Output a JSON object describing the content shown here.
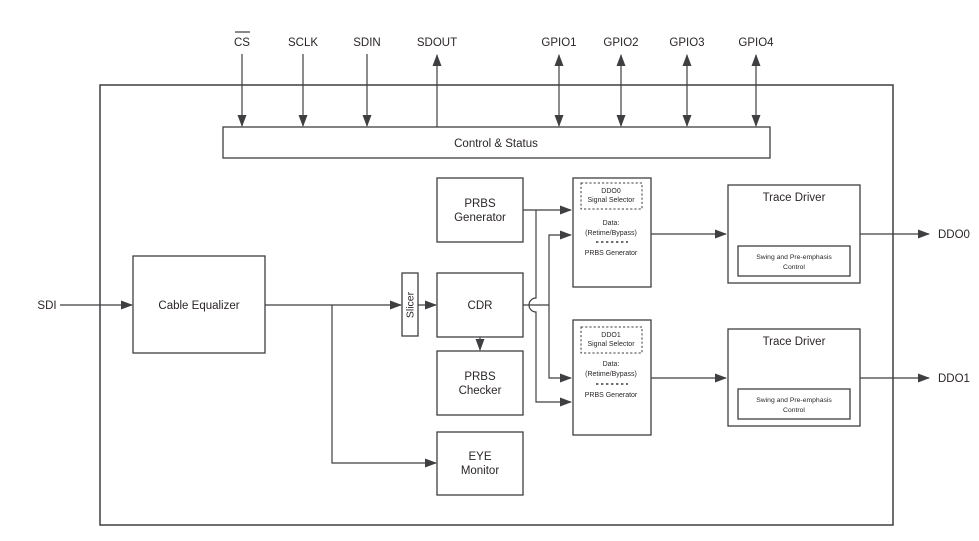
{
  "colors": {
    "line": "#3f3f41",
    "text": "#2b2628",
    "background": "#ffffff"
  },
  "pins": {
    "top": [
      {
        "label": "CS",
        "overline": true,
        "direction": "input"
      },
      {
        "label": "SCLK",
        "overline": false,
        "direction": "input"
      },
      {
        "label": "SDIN",
        "overline": false,
        "direction": "input"
      },
      {
        "label": "SDOUT",
        "overline": false,
        "direction": "output"
      },
      {
        "label": "GPIO1",
        "overline": false,
        "direction": "bidirectional"
      },
      {
        "label": "GPIO2",
        "overline": false,
        "direction": "bidirectional"
      },
      {
        "label": "GPIO3",
        "overline": false,
        "direction": "bidirectional"
      },
      {
        "label": "GPIO4",
        "overline": false,
        "direction": "bidirectional"
      }
    ],
    "left": [
      {
        "label": "SDI",
        "direction": "input"
      }
    ],
    "right": [
      {
        "label": "DDO0",
        "direction": "output"
      },
      {
        "label": "DDO1",
        "direction": "output"
      }
    ]
  },
  "blocks": {
    "control_status": {
      "label": "Control & Status"
    },
    "cable_equalizer": {
      "label": "Cable Equalizer"
    },
    "slicer": {
      "label": "Slicer"
    },
    "cdr": {
      "label": "CDR"
    },
    "prbs_generator": {
      "lines": [
        "PRBS",
        "Generator"
      ]
    },
    "prbs_checker": {
      "lines": [
        "PRBS",
        "Checker"
      ]
    },
    "eye_monitor": {
      "lines": [
        "EYE",
        "Monitor"
      ]
    },
    "ddo0_selector": {
      "title": [
        "DDO0",
        "Signal Selector"
      ],
      "option_data": [
        "Data:",
        "(Retime/Bypass)"
      ],
      "option_prbs": "PRBS Generator"
    },
    "ddo1_selector": {
      "title": [
        "DDO1",
        "Signal Selector"
      ],
      "option_data": [
        "Data:",
        "(Retime/Bypass)"
      ],
      "option_prbs": "PRBS Generator"
    },
    "trace_driver_ddo0": {
      "label": "Trace Driver",
      "inner": [
        "Swing and Pre-emphasis",
        "Control"
      ]
    },
    "trace_driver_ddo1": {
      "label": "Trace Driver",
      "inner": [
        "Swing and Pre-emphasis",
        "Control"
      ]
    }
  }
}
